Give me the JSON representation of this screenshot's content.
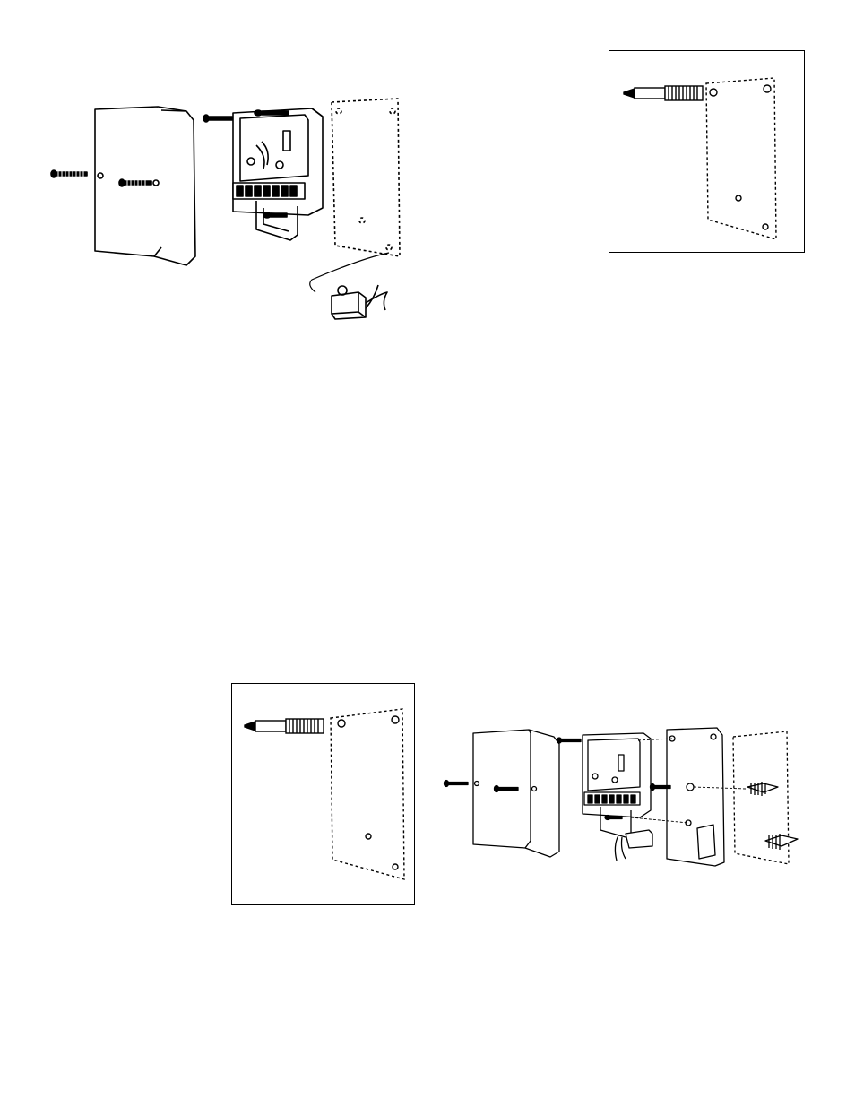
{
  "figures": [
    {
      "id": "exploded-view-surface-mount",
      "boxed": false
    },
    {
      "id": "screw-into-wall-plate-inset",
      "boxed": true
    },
    {
      "id": "screw-into-wall-plate-inset-2",
      "boxed": true
    },
    {
      "id": "exploded-view-with-mounting-plate",
      "boxed": false
    }
  ],
  "colors": {
    "ink": "#000000",
    "paper": "#ffffff"
  }
}
